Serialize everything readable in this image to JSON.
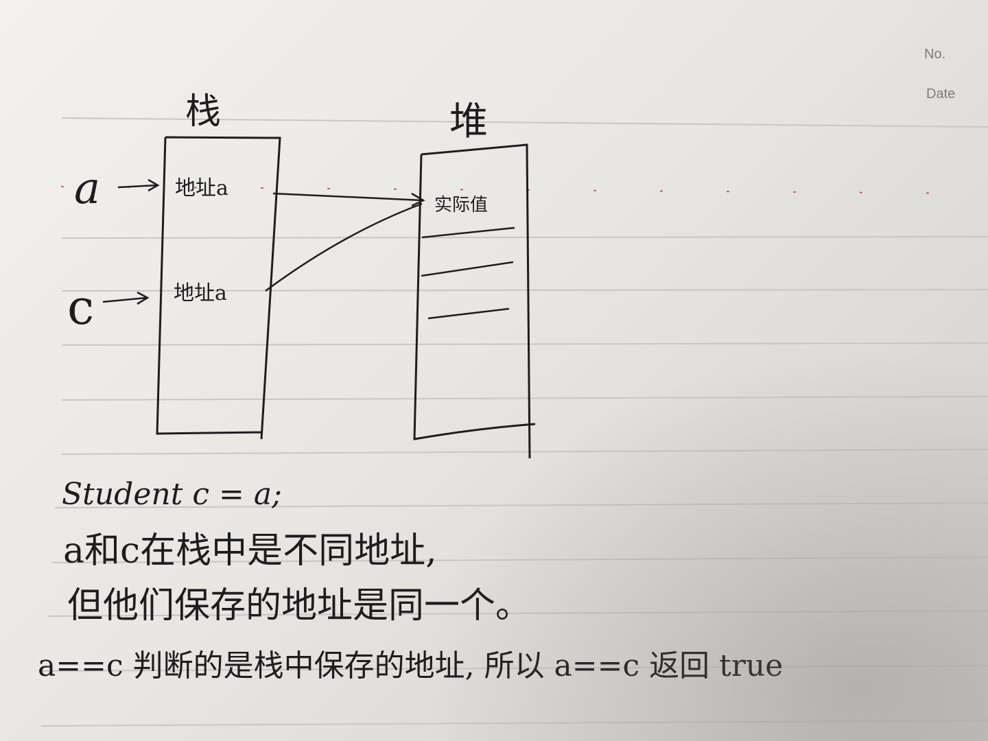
{
  "notebook_header": {
    "no_label": "No.",
    "date_label": "Date"
  },
  "diagram": {
    "stack_title": "栈",
    "heap_title": "堆",
    "var_a": "a",
    "var_c": "c",
    "stack_cell_1": "地址a",
    "stack_cell_2": "地址a",
    "heap_cell": "实际值"
  },
  "notes": {
    "line1": "Student c = a;",
    "line2": "a和c在栈中是不同地址,",
    "line3": "但他们保存的地址是同一个。",
    "line4": "a==c 判断的是栈中保存的地址, 所以 a==c 返回 true"
  },
  "colors": {
    "ink": "#1d1d1f",
    "ruled_line": "#c9c7c4",
    "dotted_line": "#b0575e",
    "header_text": "#7e7c78"
  }
}
